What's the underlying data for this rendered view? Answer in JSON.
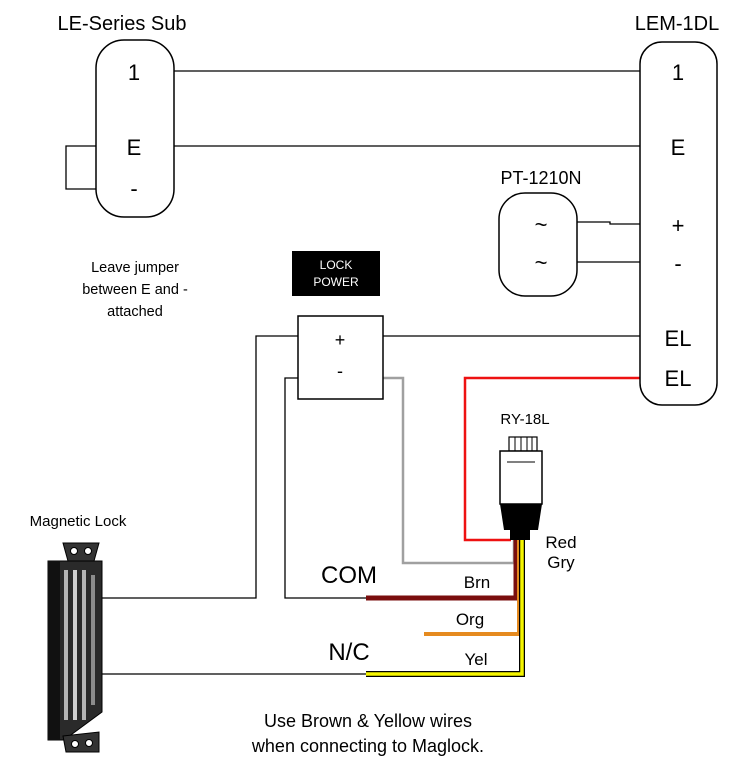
{
  "sub": {
    "title": "LE-Series Sub",
    "t1": "1",
    "tE": "E",
    "tMinus": "-"
  },
  "lem": {
    "title": "LEM-1DL",
    "t1": "1",
    "tE": "E",
    "tPlus": "+",
    "tMinus": "-",
    "tEL1": "EL",
    "tEL2": "EL"
  },
  "pt": {
    "title": "PT-1210N",
    "ac1": "~",
    "ac2": "~"
  },
  "jumper_note": {
    "line1": "Leave jumper",
    "line2": "between E and -",
    "line3": "attached"
  },
  "lock_power": {
    "badge_line1": "LOCK",
    "badge_line2": "POWER",
    "plus": "+",
    "minus": "-"
  },
  "relay": {
    "title": "RY-18L",
    "red": "Red",
    "gry": "Gry",
    "com": "COM",
    "nc": "N/C",
    "brn": "Brn",
    "org": "Org",
    "yel": "Yel"
  },
  "maglock": {
    "title": "Magnetic Lock"
  },
  "footer": {
    "line1": "Use Brown & Yellow wires",
    "line2": "when connecting to Maglock."
  },
  "colors": {
    "red": "#ee1111",
    "gray": "#a0a0a0",
    "brown": "#7a0e0e",
    "orange": "#e58a1f",
    "yellow": "#f5f500",
    "black": "#000000"
  }
}
